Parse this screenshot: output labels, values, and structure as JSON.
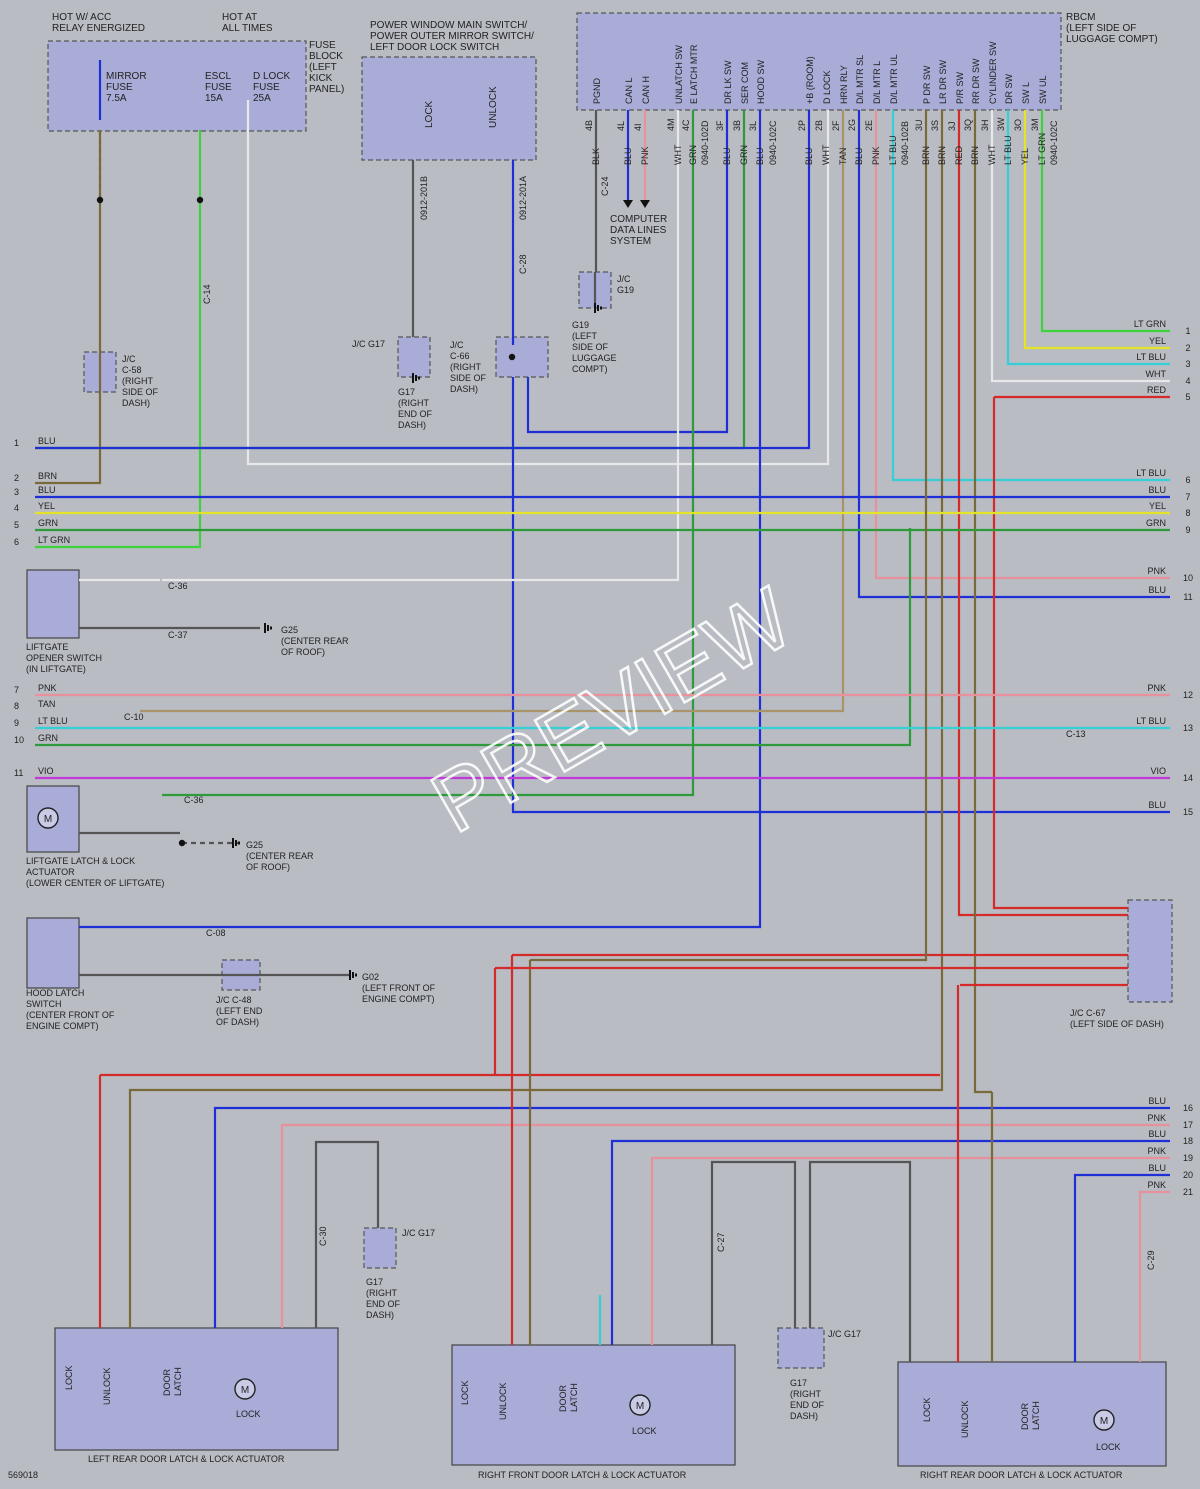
{
  "diagram_id": "569018",
  "watermark": "PREVIEW",
  "top": {
    "hot_acc": "HOT W/ ACC\nRELAY ENERGIZED",
    "hot_all": "HOT AT\nALL TIMES",
    "fuse_block": "FUSE\nBLOCK\n(LEFT\nKICK\nPANEL)",
    "mirror_fuse": "MIRROR\nFUSE\n7.5A",
    "escl_fuse": "ESCL\nFUSE\n15A",
    "dlock_fuse": "D LOCK\nFUSE\n25A",
    "pw_switch": "POWER WINDOW MAIN SWITCH/\nPOWER OUTER MIRROR SWITCH/\nLEFT DOOR LOCK SWITCH",
    "lock": "LOCK",
    "unlock": "UNLOCK",
    "rbcm": "RBCM\n(LEFT SIDE OF\nLUGGAGE COMPT)",
    "computer_data": "COMPUTER\nDATA LINES\nSYSTEM"
  },
  "rbcm_pins": [
    {
      "name": "PGND",
      "pin": "4B",
      "wire": "BLK"
    },
    {
      "name": "CAN L",
      "pin": "4L",
      "wire": "BLU"
    },
    {
      "name": "CAN H",
      "pin": "4I",
      "wire": "PNK"
    },
    {
      "name": "UNLATCH SW",
      "pin": "4M",
      "wire": "WHT"
    },
    {
      "name": "E LATCH MTR",
      "pin": "4C",
      "wire": "GRN"
    },
    {
      "name": "",
      "pin": "",
      "wire": "0940-102D"
    },
    {
      "name": "DR LK SW",
      "pin": "3F",
      "wire": "BLU"
    },
    {
      "name": "SER COM",
      "pin": "3B",
      "wire": "GRN"
    },
    {
      "name": "HOOD SW",
      "pin": "3L",
      "wire": "BLU"
    },
    {
      "name": "",
      "pin": "",
      "wire": "0940-102C"
    },
    {
      "name": "+B (ROOM)",
      "pin": "2P",
      "wire": "BLU"
    },
    {
      "name": "D LOCK",
      "pin": "2B",
      "wire": "WHT"
    },
    {
      "name": "HRN RLY",
      "pin": "2F",
      "wire": "TAN"
    },
    {
      "name": "D/L MTR SL",
      "pin": "2G",
      "wire": "BLU"
    },
    {
      "name": "D/L MTR L",
      "pin": "2E",
      "wire": "PNK"
    },
    {
      "name": "D/L MTR UL",
      "pin": "",
      "wire": "LT BLU"
    },
    {
      "name": "",
      "pin": "",
      "wire": "0940-102B"
    },
    {
      "name": "P DR SW",
      "pin": "3U",
      "wire": "BRN"
    },
    {
      "name": "LR DR SW",
      "pin": "3S",
      "wire": "BRN"
    },
    {
      "name": "P/R SW",
      "pin": "3J",
      "wire": "RED"
    },
    {
      "name": "RR DR SW",
      "pin": "3Q",
      "wire": "BRN"
    },
    {
      "name": "CYLINDER SW",
      "pin": "3H",
      "wire": "WHT"
    },
    {
      "name": "DR SW",
      "pin": "3W",
      "wire": "LT BLU"
    },
    {
      "name": "SW L",
      "pin": "3O",
      "wire": "YEL"
    },
    {
      "name": "SW UL",
      "pin": "3M",
      "wire": "LT GRN"
    },
    {
      "name": "",
      "pin": "",
      "wire": "0940-102C"
    }
  ],
  "left_refs": [
    {
      "n": "1",
      "wire": "BLU"
    },
    {
      "n": "2",
      "wire": "BRN"
    },
    {
      "n": "3",
      "wire": "BLU"
    },
    {
      "n": "4",
      "wire": "YEL"
    },
    {
      "n": "5",
      "wire": "GRN"
    },
    {
      "n": "6",
      "wire": "LT GRN"
    },
    {
      "n": "7",
      "wire": "PNK"
    },
    {
      "n": "8",
      "wire": "TAN"
    },
    {
      "n": "9",
      "wire": "LT BLU"
    },
    {
      "n": "10",
      "wire": "GRN"
    },
    {
      "n": "11",
      "wire": "VIO"
    }
  ],
  "right_refs": [
    {
      "n": "1",
      "wire": "LT GRN"
    },
    {
      "n": "2",
      "wire": "YEL"
    },
    {
      "n": "3",
      "wire": "LT BLU"
    },
    {
      "n": "4",
      "wire": "WHT"
    },
    {
      "n": "5",
      "wire": "RED"
    },
    {
      "n": "6",
      "wire": "LT BLU"
    },
    {
      "n": "7",
      "wire": "BLU"
    },
    {
      "n": "8",
      "wire": "YEL"
    },
    {
      "n": "9",
      "wire": "GRN"
    },
    {
      "n": "10",
      "wire": "PNK"
    },
    {
      "n": "11",
      "wire": "BLU"
    },
    {
      "n": "12",
      "wire": "PNK"
    },
    {
      "n": "13",
      "wire": "LT BLU"
    },
    {
      "n": "14",
      "wire": "VIO"
    },
    {
      "n": "15",
      "wire": "BLU"
    },
    {
      "n": "16",
      "wire": "BLU"
    },
    {
      "n": "17",
      "wire": "PNK"
    },
    {
      "n": "18",
      "wire": "BLU"
    },
    {
      "n": "19",
      "wire": "PNK"
    },
    {
      "n": "20",
      "wire": "BLU"
    },
    {
      "n": "21",
      "wire": "PNK"
    }
  ],
  "components": {
    "jc_c58": "J/C\nC-58\n(RIGHT\nSIDE OF\nDASH)",
    "jc_g17_a": "J/C G17",
    "g17_a": "G17\n(RIGHT\nEND OF\nDASH)",
    "jc_c66": "J/C\nC-66\n(RIGHT\nSIDE OF\nDASH)",
    "jc_g19": "J/C\nG19",
    "g19": "G19\n(LEFT\nSIDE OF\nLUGGAGE\nCOMPT)",
    "liftgate_opener": "LIFTGATE\nOPENER SWITCH\n(IN LIFTGATE)",
    "g25_a": "G25\n(CENTER REAR\nOF ROOF)",
    "liftgate_latch": "LIFTGATE LATCH & LOCK\nACTUATOR\n(LOWER CENTER OF LIFTGATE)",
    "g25_b": "G25\n(CENTER REAR\nOF ROOF)",
    "hood_latch": "HOOD LATCH\nSWITCH\n(CENTER FRONT OF\nENGINE COMPT)",
    "jc_c48": "J/C C-48\n(LEFT END\nOF DASH)",
    "g02": "G02\n(LEFT FRONT OF\nENGINE COMPT)",
    "jc_c67": "J/C C-67\n(LEFT SIDE OF DASH)",
    "jc_g17_b": "J/C G17",
    "g17_b": "G17\n(RIGHT\nEND OF\nDASH)",
    "jc_g17_c": "J/C G17",
    "g17_c": "G17\n(RIGHT\nEND OF\nDASH)",
    "left_rear": "LEFT REAR DOOR LATCH & LOCK ACTUATOR",
    "right_front": "RIGHT FRONT DOOR LATCH & LOCK ACTUATOR",
    "right_rear": "RIGHT REAR DOOR LATCH & LOCK ACTUATOR",
    "door_latch": "DOOR\nLATCH",
    "motor": "M"
  },
  "connectors": {
    "c14": "C-14",
    "c24": "C-24",
    "c28": "C-28",
    "c36": "C-36",
    "c37": "C-37",
    "c10": "C-10",
    "c13": "C-13",
    "c08": "C-08",
    "c30": "C-30",
    "c27": "C-27",
    "c29": "C-29",
    "w0912b": "0912-201B",
    "w0912a": "0912-201A"
  },
  "colors": {
    "BLU": "#1f2fd6",
    "BRN": "#7a6a3a",
    "YEL": "#e3e32a",
    "GRN": "#2e9a3a",
    "LT GRN": "#3fd23f",
    "LT BLU": "#35d0d6",
    "PNK": "#e8909c",
    "RED": "#d42a2a",
    "WHT": "#e8e8e8",
    "BLK": "#555555",
    "TAN": "#a89468",
    "VIO": "#c03ad8",
    "background": "#b9bcc3",
    "component": "#a9acd6"
  }
}
